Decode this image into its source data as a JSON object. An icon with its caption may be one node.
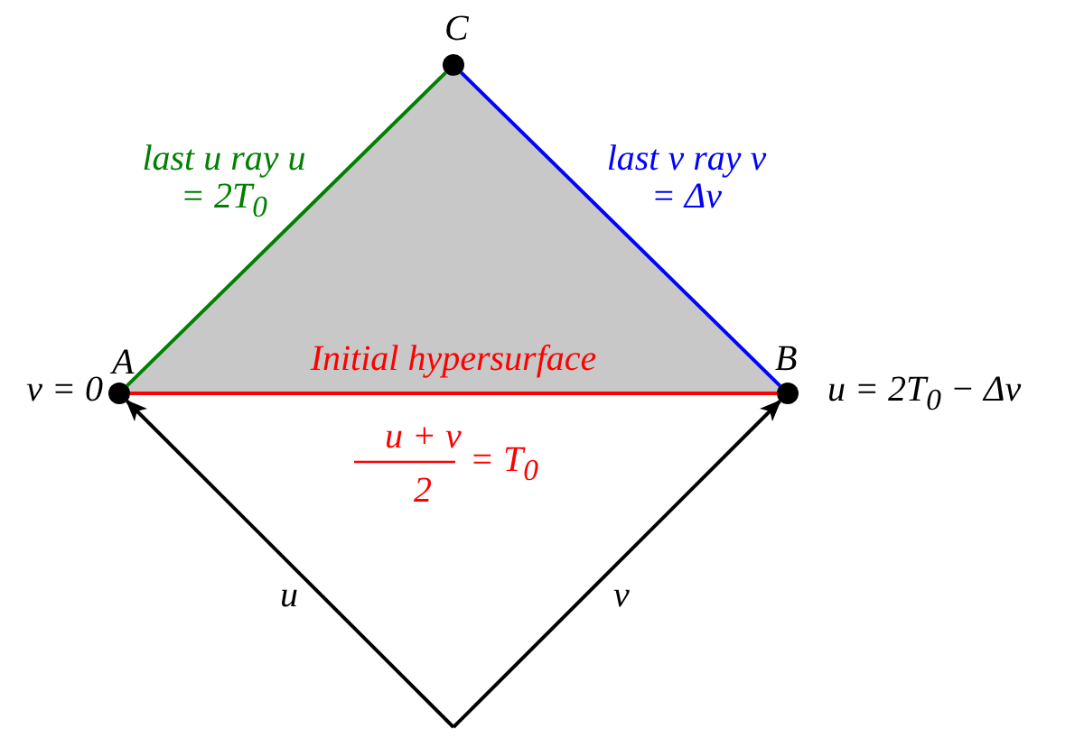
{
  "diagram": {
    "nodes": [
      {
        "text": [
          "C"
        ]
      },
      {
        "text": [
          "A"
        ],
        "beside": [
          "v = 0"
        ]
      },
      {
        "text": [
          "B"
        ],
        "beside": [
          "u = 2T$_{0}$ − Δv"
        ]
      }
    ],
    "edges": [
      {
        "from": 1,
        "to": 0,
        "arrow": "none",
        "label": "last u ray u = 2T$_{0}$",
        "color": "#008000"
      },
      {
        "from": 0,
        "to": 2,
        "arrow": "none",
        "label": "last v ray v = Δv",
        "color": "#0000ff"
      },
      {
        "from": 1,
        "to": 2,
        "arrow": "none",
        "label": "Initial hypersurface",
        "color": "#ff0000"
      },
      {
        "from": null,
        "to": 1,
        "arrow": "to",
        "label": "u"
      },
      {
        "from": null,
        "to": 2,
        "arrow": "to",
        "label": "v"
      }
    ],
    "labels": [
      "u + v",
      "2",
      "= T$_{0}$"
    ]
  }
}
